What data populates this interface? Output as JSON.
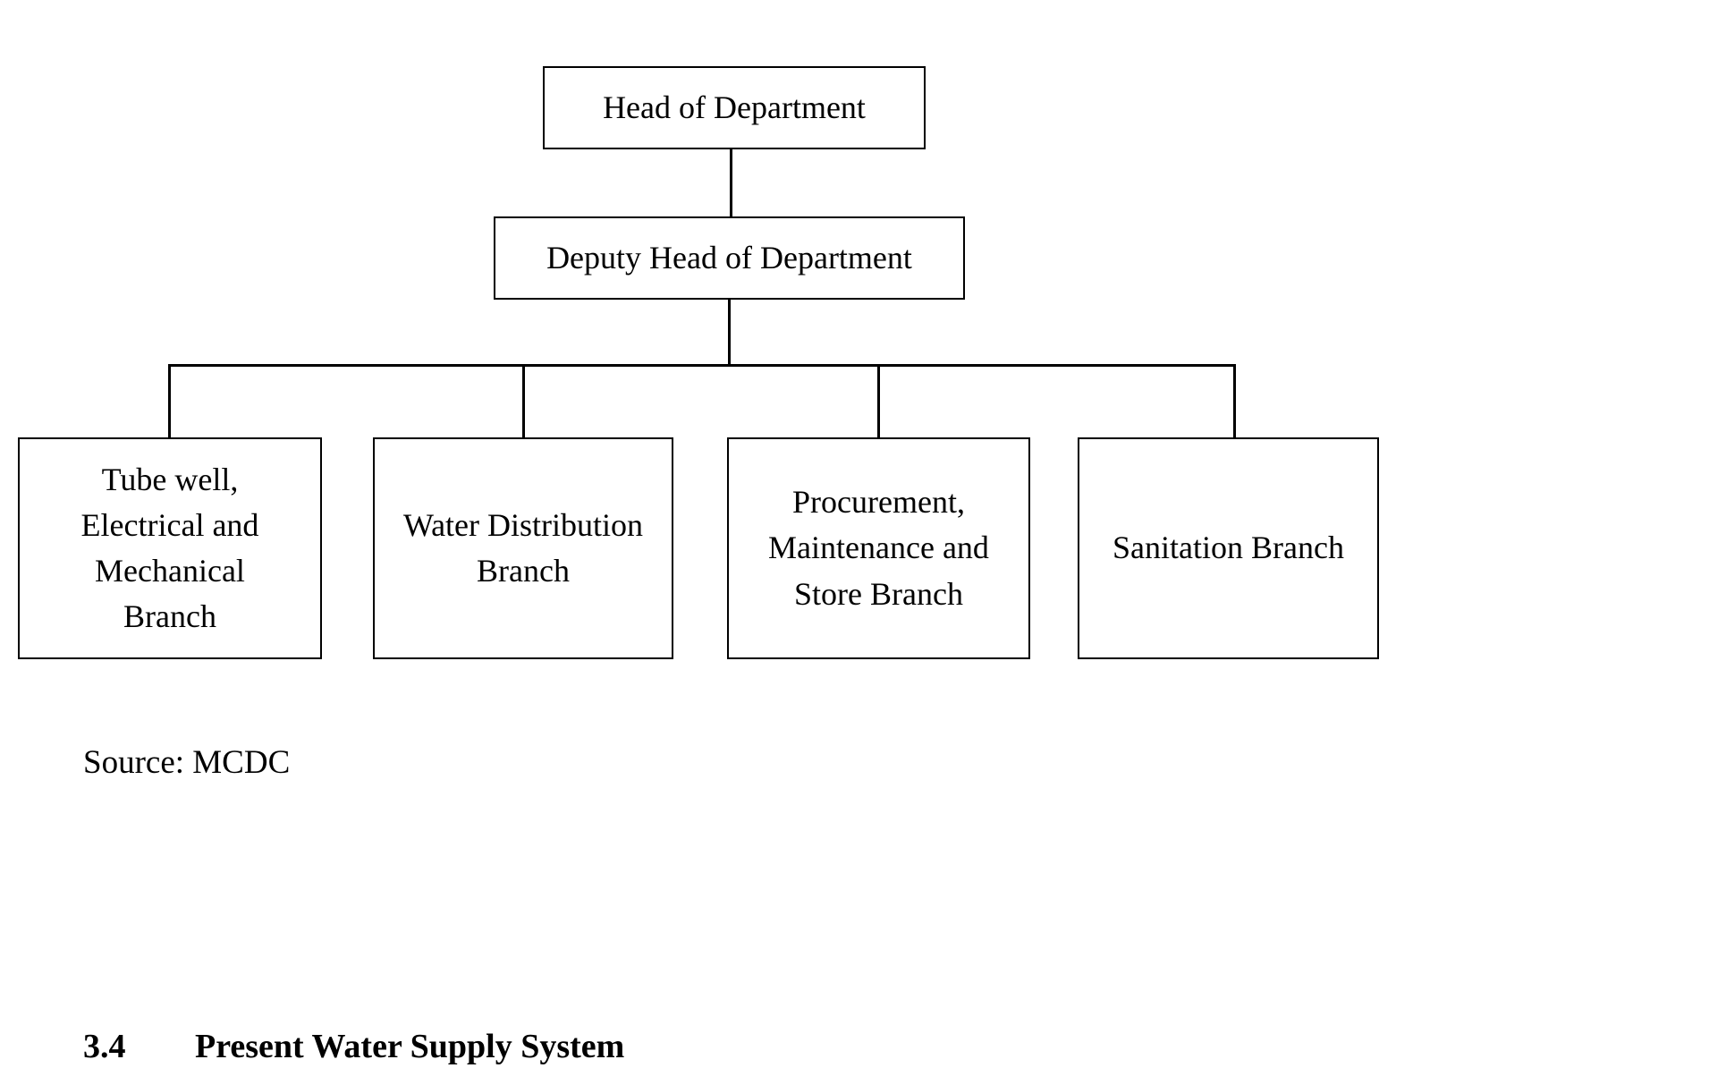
{
  "diagram": {
    "type": "organizational-hierarchy-chart",
    "nodes": {
      "head": "Head of Department",
      "deputy": "Deputy Head of Department",
      "branches": [
        "Tube well,\nElectrical and\nMechanical\nBranch",
        "Water Distribution\nBranch",
        "Procurement,\nMaintenance and\nStore Branch",
        "Sanitation Branch"
      ]
    },
    "edges": [
      {
        "from": "Head of Department",
        "to": "Deputy Head of Department"
      },
      {
        "from": "Deputy Head of Department",
        "to": "Tube well, Electrical and Mechanical Branch"
      },
      {
        "from": "Deputy Head of Department",
        "to": "Water Distribution Branch"
      },
      {
        "from": "Deputy Head of Department",
        "to": "Procurement, Maintenance and Store Branch"
      },
      {
        "from": "Deputy Head of Department",
        "to": "Sanitation Branch"
      }
    ],
    "colors": {
      "box_border": "#000000",
      "box_fill": "#ffffff",
      "connector": "#000000",
      "text": "#000000",
      "page_background": "#ffffff"
    }
  },
  "caption": {
    "source": "Source: MCDC"
  },
  "section_heading": {
    "number": "3.4",
    "title": "Present Water Supply System"
  }
}
